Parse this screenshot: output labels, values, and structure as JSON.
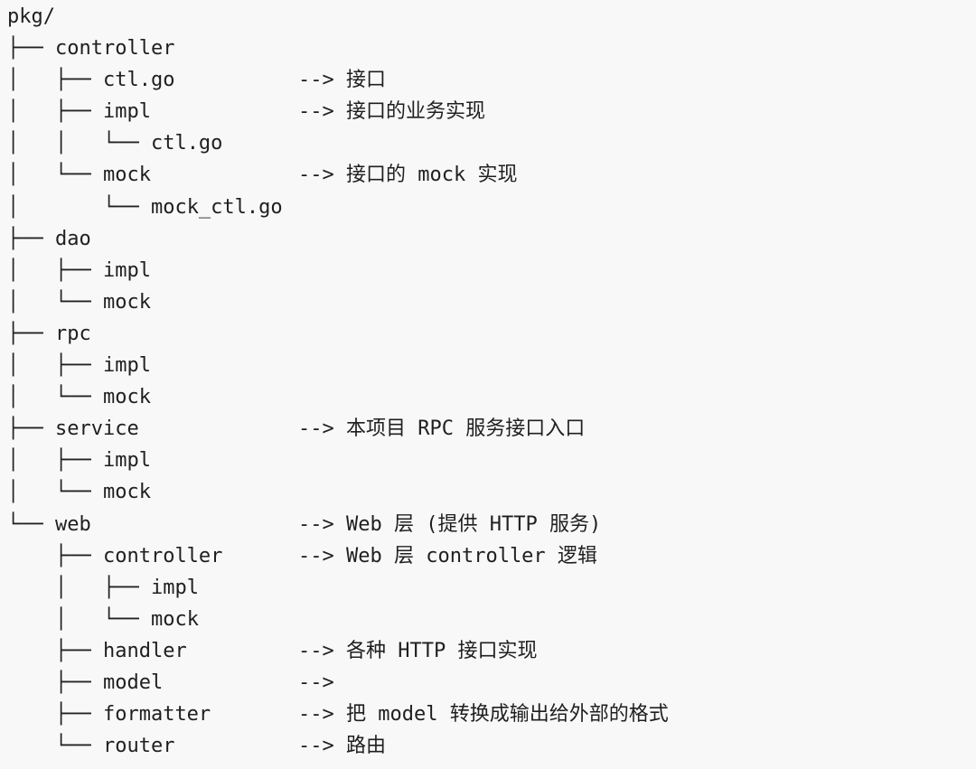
{
  "root": "pkg/",
  "lines": [
    {
      "prefix": "├── ",
      "name": "controller",
      "arrow": "",
      "desc": ""
    },
    {
      "prefix": "│   ├── ",
      "name": "ctl.go",
      "arrow": "-->",
      "desc": "接口"
    },
    {
      "prefix": "│   ├── ",
      "name": "impl",
      "arrow": "-->",
      "desc": "接口的业务实现"
    },
    {
      "prefix": "│   │   └── ",
      "name": "ctl.go",
      "arrow": "",
      "desc": ""
    },
    {
      "prefix": "│   └── ",
      "name": "mock",
      "arrow": "-->",
      "desc": "接口的 mock 实现"
    },
    {
      "prefix": "│       └── ",
      "name": "mock_ctl.go",
      "arrow": "",
      "desc": ""
    },
    {
      "prefix": "├── ",
      "name": "dao",
      "arrow": "",
      "desc": ""
    },
    {
      "prefix": "│   ├── ",
      "name": "impl",
      "arrow": "",
      "desc": ""
    },
    {
      "prefix": "│   └── ",
      "name": "mock",
      "arrow": "",
      "desc": ""
    },
    {
      "prefix": "├── ",
      "name": "rpc",
      "arrow": "",
      "desc": ""
    },
    {
      "prefix": "│   ├── ",
      "name": "impl",
      "arrow": "",
      "desc": ""
    },
    {
      "prefix": "│   └── ",
      "name": "mock",
      "arrow": "",
      "desc": ""
    },
    {
      "prefix": "├── ",
      "name": "service",
      "arrow": "-->",
      "desc": "本项目 RPC 服务接口入口"
    },
    {
      "prefix": "│   ├── ",
      "name": "impl",
      "arrow": "",
      "desc": ""
    },
    {
      "prefix": "│   └── ",
      "name": "mock",
      "arrow": "",
      "desc": ""
    },
    {
      "prefix": "└── ",
      "name": "web",
      "arrow": "-->",
      "desc": "Web 层 (提供 HTTP 服务)"
    },
    {
      "prefix": "    ├── ",
      "name": "controller",
      "arrow": "-->",
      "desc": "Web 层 controller 逻辑"
    },
    {
      "prefix": "    │   ├── ",
      "name": "impl",
      "arrow": "",
      "desc": ""
    },
    {
      "prefix": "    │   └── ",
      "name": "mock",
      "arrow": "",
      "desc": ""
    },
    {
      "prefix": "    ├── ",
      "name": "handler",
      "arrow": "-->",
      "desc": "各种 HTTP 接口实现"
    },
    {
      "prefix": "    ├── ",
      "name": "model",
      "arrow": "-->",
      "desc": ""
    },
    {
      "prefix": "    ├── ",
      "name": "formatter",
      "arrow": "-->",
      "desc": "把 model 转换成输出给外部的格式"
    },
    {
      "prefix": "    └── ",
      "name": "router",
      "arrow": "-->",
      "desc": "路由"
    }
  ]
}
